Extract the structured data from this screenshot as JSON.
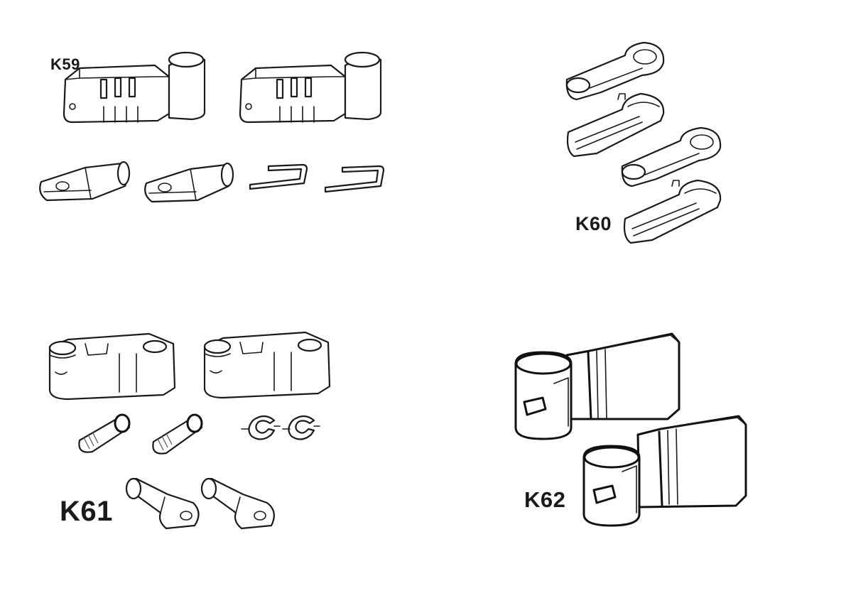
{
  "labels": {
    "k59": "K59",
    "k60": "K60",
    "k61": "K61",
    "k62": "K62"
  },
  "colors": {
    "line": "#1a1a1a",
    "background": "#ffffff"
  }
}
